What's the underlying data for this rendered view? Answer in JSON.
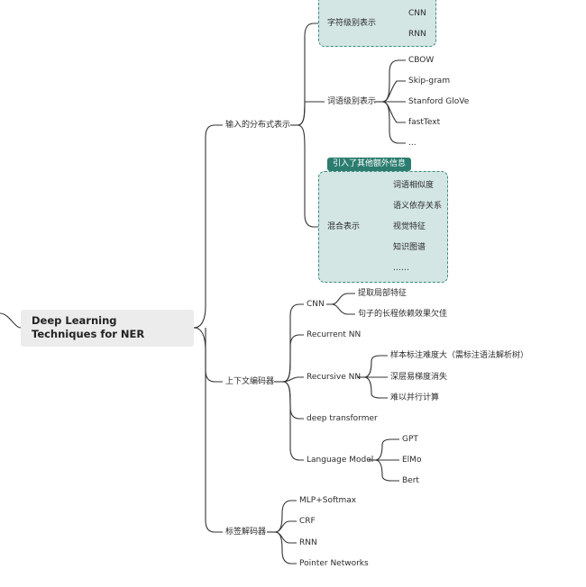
{
  "root": {
    "label": "Deep Learning Techniques  for NER"
  },
  "branches": {
    "input": {
      "label": "输入的分布式表示",
      "char": {
        "label": "字符级别表示",
        "children": [
          "CNN",
          "RNN"
        ]
      },
      "word": {
        "label": "词语级别表示",
        "children": [
          "CBOW",
          "Skip-gram",
          "Stanford GloVe",
          "fastText",
          "..."
        ]
      },
      "hybrid": {
        "label": "混合表示",
        "tag": "引入了其他额外信息",
        "children": [
          "词语相似度",
          "语义依存关系",
          "视觉特征",
          "知识图谱",
          "……"
        ]
      }
    },
    "encoder": {
      "label": "上下文编码器",
      "cnn": {
        "label": "CNN",
        "children": [
          "提取局部特征",
          "句子的长程依赖效果欠佳"
        ]
      },
      "rnn": {
        "label": "Recurrent NN"
      },
      "recursive": {
        "label": "Recursive NN",
        "children": [
          "样本标注难度大（需标注语法解析树）",
          "深层易梯度消失",
          "难以并行计算"
        ]
      },
      "transformer": {
        "label": "deep transformer"
      },
      "lm": {
        "label": "Language Model",
        "children": [
          "GPT",
          "ElMo",
          "Bert"
        ]
      }
    },
    "decoder": {
      "label": "标签解码器",
      "children": [
        "MLP+Softmax",
        "CRF",
        "RNN",
        "Pointer Networks"
      ]
    }
  },
  "colors": {
    "line": "#333333",
    "group_fill": "#d3e6e3",
    "group_border": "#3c8c80",
    "tag_fill": "#2c7d6f"
  }
}
